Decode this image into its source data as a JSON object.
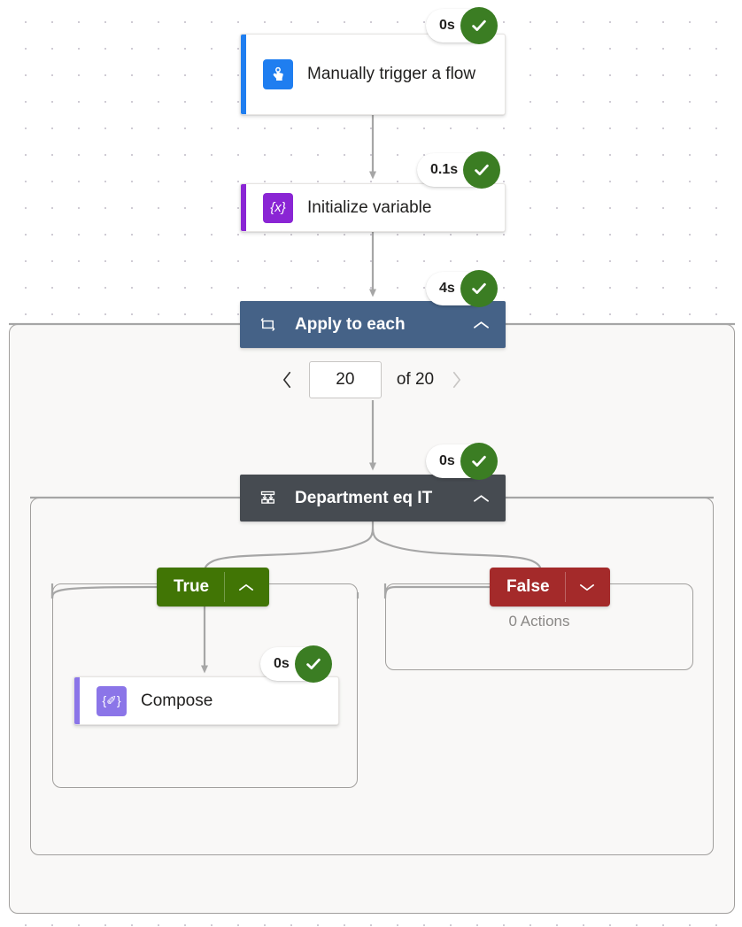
{
  "canvas": {
    "background": "#ffffff",
    "dot_color": "#cfcbd4"
  },
  "nodes": {
    "trigger": {
      "title": "Manually trigger a flow",
      "icon": "tap-hand-icon",
      "icon_bg": "#1f7ef0",
      "accent": "#1f7ef0",
      "status": {
        "duration": "0s",
        "state": "succeeded",
        "color": "#3b7d23"
      }
    },
    "initialize_variable": {
      "title": "Initialize variable",
      "icon": "variable-braces-icon",
      "icon_glyph": "{x}",
      "icon_bg": "#8a25d4",
      "accent": "#8a25d4",
      "status": {
        "duration": "0.1s",
        "state": "succeeded",
        "color": "#3b7d23"
      }
    },
    "apply_to_each": {
      "title": "Apply to each",
      "icon": "loop-repeat-icon",
      "header_bg": "#456287",
      "chevron": "chevron-up-icon",
      "status": {
        "duration": "4s",
        "state": "succeeded",
        "color": "#3b7d23"
      },
      "pager": {
        "prev_icon": "chevron-left-icon",
        "next_icon": "chevron-right-icon",
        "current": "20",
        "of_label": "of 20",
        "prev_enabled": true,
        "next_enabled": false
      }
    },
    "condition": {
      "title": "Department eq IT",
      "icon": "condition-branch-icon",
      "header_bg": "#464b51",
      "chevron": "chevron-up-icon",
      "status": {
        "duration": "0s",
        "state": "succeeded",
        "color": "#3b7d23"
      },
      "branches": {
        "true": {
          "label": "True",
          "color": "#417505",
          "chevron": "chevron-up-icon",
          "expanded": true
        },
        "false": {
          "label": "False",
          "color": "#a42a2a",
          "chevron": "chevron-down-icon",
          "expanded": false,
          "empty_label": "0 Actions"
        }
      }
    },
    "compose": {
      "title": "Compose",
      "icon": "compose-braces-icon",
      "icon_glyph": "{✐}",
      "icon_bg": "#8b75e8",
      "accent": "#8b75e8",
      "status": {
        "duration": "0s",
        "state": "succeeded",
        "color": "#3b7d23"
      }
    }
  }
}
